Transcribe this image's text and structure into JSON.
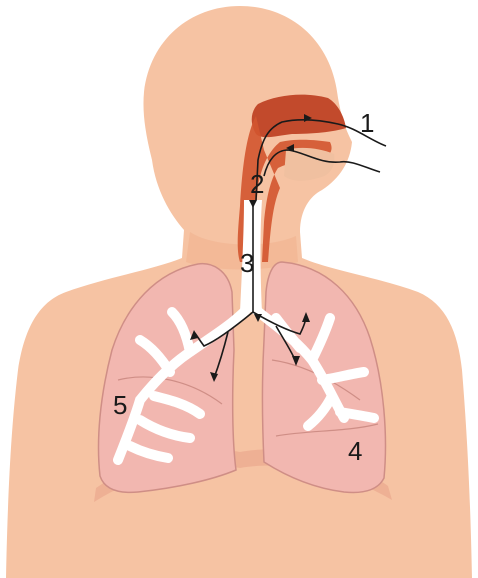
{
  "labels": {
    "l1": "1",
    "l2": "2",
    "l3": "3",
    "l4": "4",
    "l5": "5"
  },
  "colors": {
    "skin": "#f6c3a3",
    "skin_shade": "#efb08c",
    "lung": "#f2b7b0",
    "lung_edge": "#cf8e86",
    "nasal_cavity": "#c24a2c",
    "pharynx": "#d3552f",
    "airway": "#ffffff",
    "airflow_line": "#1a1a1a"
  },
  "icons": {
    "figure": "human-torso-respiratory-system"
  }
}
